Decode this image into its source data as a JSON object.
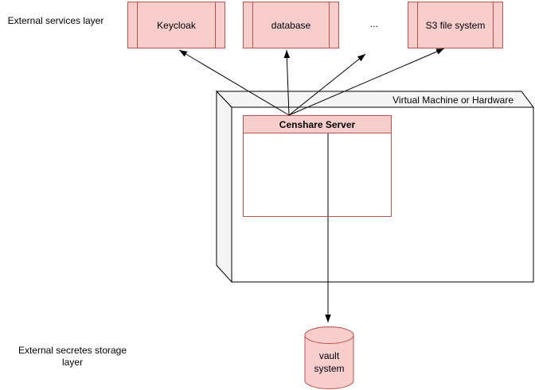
{
  "colors": {
    "node_fill": "#f8cecc",
    "node_border": "#b85450",
    "cube_face_fill": "#f5f5f5",
    "cube_front_fill": "#ffffff",
    "connector_stroke": "#000000"
  },
  "layers": {
    "external_services": {
      "label": "External services layer"
    },
    "secrets_storage": {
      "label": "External secretes storage layer"
    }
  },
  "services": [
    {
      "label": "Keycloak"
    },
    {
      "label": "database"
    },
    {
      "label": "S3 file system"
    }
  ],
  "ellipsis": "...",
  "vm": {
    "label": "Virtual Machine or Hardware"
  },
  "server": {
    "label": "Censhare Server"
  },
  "vault": {
    "label": "vault system"
  }
}
